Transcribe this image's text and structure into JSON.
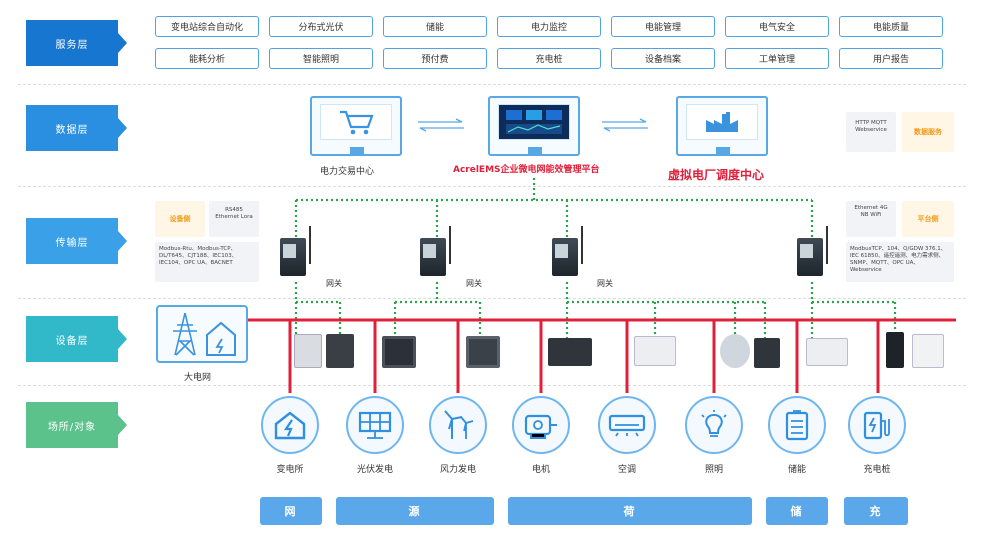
{
  "layers": [
    {
      "label": "服务层",
      "color": "#1776cf"
    },
    {
      "label": "数据层",
      "color": "#2a8fe0"
    },
    {
      "label": "传输层",
      "color": "#3aa0e8"
    },
    {
      "label": "设备层",
      "color": "#31b9c9"
    },
    {
      "label": "场所/对象",
      "color": "#5ac28a"
    }
  ],
  "services": {
    "row1": [
      "变电站综合自动化",
      "分布式光伏",
      "储能",
      "电力监控",
      "电能管理",
      "电气安全",
      "电能质量"
    ],
    "row2": [
      "能耗分析",
      "智能照明",
      "预付费",
      "充电桩",
      "设备档案",
      "工单管理",
      "用户报告"
    ]
  },
  "data_layer": {
    "left_caption": "电力交易中心",
    "center_caption": "AcrelEMS企业微电网能效管理平台",
    "right_caption": "虚拟电厂调度中心",
    "protocol_box": "HTTP MQTT Webservice",
    "protocol_tag": "数据服务"
  },
  "transport": {
    "left_tag": "设备侧",
    "left_protocols": "RS485 Ethernet Lora",
    "left_list": "Modbus-Rtu、Modbus-TCP、DL/T645、CJT188、IEC103、IEC104、OPC UA、BACNET",
    "right_protocols": "Ethernet 4G NB WiFi",
    "right_tag": "平台侧",
    "right_list": "ModbusTCP、104、Q/GDW 376.1、IEC 61850、遥控遥测、电力需求侧、SNMP、MQTT、OPC UA、Webservice",
    "gateway_label": "网关"
  },
  "device_layer": {
    "grid_label": "大电网"
  },
  "objects": [
    {
      "label": "变电所",
      "icon": "house-bolt-icon"
    },
    {
      "label": "光伏发电",
      "icon": "solar-panel-icon"
    },
    {
      "label": "风力发电",
      "icon": "wind-turbine-icon"
    },
    {
      "label": "电机",
      "icon": "motor-icon"
    },
    {
      "label": "空调",
      "icon": "air-conditioner-icon"
    },
    {
      "label": "照明",
      "icon": "light-bulb-icon"
    },
    {
      "label": "储能",
      "icon": "battery-storage-icon"
    },
    {
      "label": "充电桩",
      "icon": "charging-pile-icon"
    }
  ],
  "bottom": [
    "网",
    "源",
    "荷",
    "储",
    "充"
  ],
  "colors": {
    "accent": "#4da3e6",
    "red_line": "#e0203a",
    "green_dots": "#2aa34a",
    "orange": "#f39a1b",
    "red_text": "#e0203a"
  }
}
